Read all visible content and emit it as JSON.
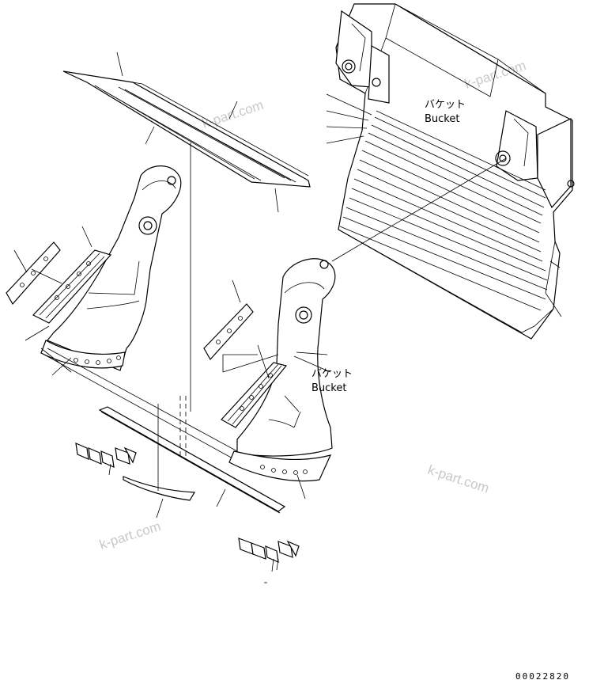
{
  "labels": {
    "bucket_top_jp": "バケット",
    "bucket_top_en": "Bucket",
    "bucket_mid_jp": "バケット",
    "bucket_mid_en": "Bucket"
  },
  "watermarks": [
    "k-part.com",
    "k-part.com",
    "k-part.com",
    "k-part.com"
  ],
  "part_number": "00022820",
  "colors": {
    "line": "#000000",
    "watermark": "#c8c8c8",
    "background": "#ffffff"
  }
}
